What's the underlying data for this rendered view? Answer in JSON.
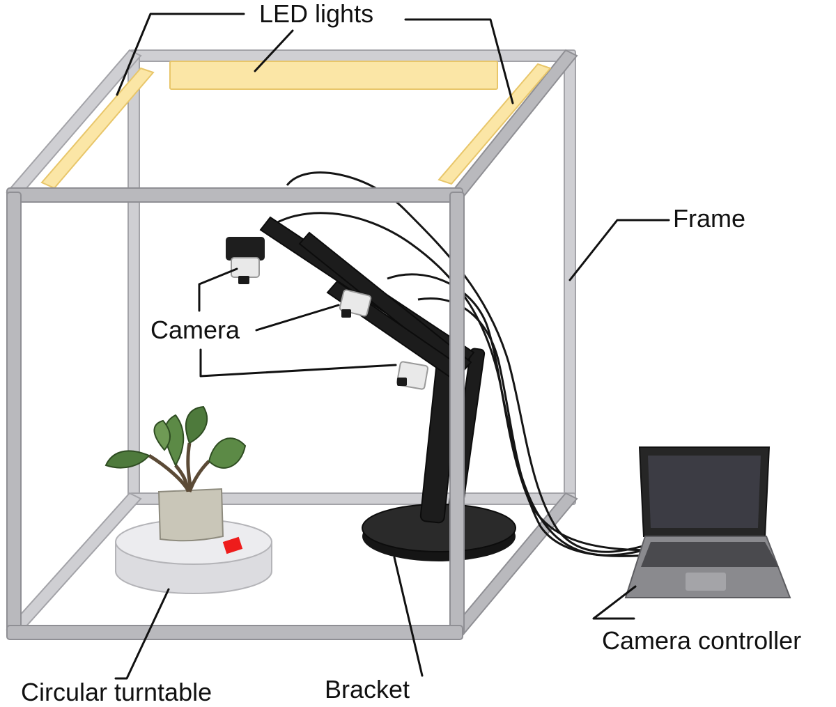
{
  "labels": {
    "led_lights": "LED lights",
    "frame": "Frame",
    "camera": "Camera",
    "circular_turntable": "Circular turntable",
    "bracket": "Bracket",
    "camera_controller": "Camera controller"
  },
  "colors": {
    "frame_bar": "#b9b9bd",
    "led_strip": "#fbe6a6",
    "turntable": "#e6e6ea",
    "target_marker": "#ee1c1c",
    "bracket": "#1c1c1c",
    "laptop_screen": "#3c3c44",
    "laptop_body": "#8a8a8e",
    "leaf_green": "#4e7a3c"
  }
}
